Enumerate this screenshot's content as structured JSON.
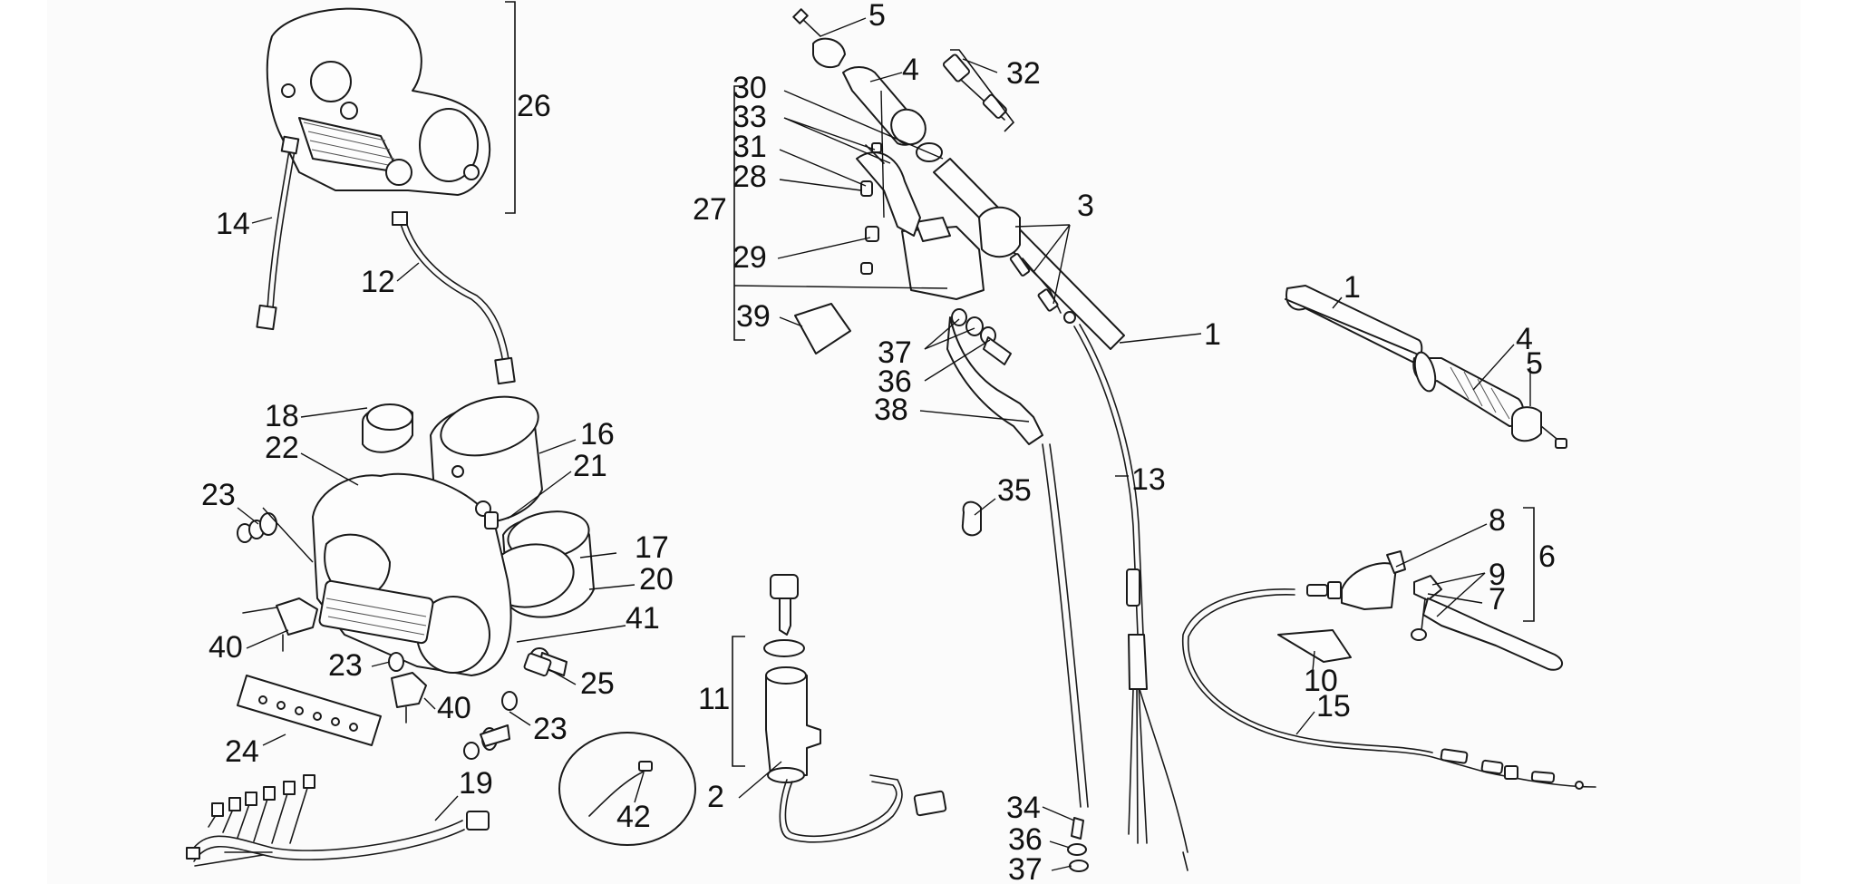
{
  "diagram": {
    "labels": {
      "p1a": "1",
      "p1b": "1",
      "p2": "2",
      "p3": "3",
      "p4a": "4",
      "p4b": "4",
      "p5a": "5",
      "p5b": "5",
      "p6": "6",
      "p7": "7",
      "p8": "8",
      "p9": "9",
      "p10": "10",
      "p11": "11",
      "p12": "12",
      "p13": "13",
      "p14": "14",
      "p15": "15",
      "p16": "16",
      "p17": "17",
      "p18": "18",
      "p19": "19",
      "p20": "20",
      "p21": "21",
      "p22": "22",
      "p23a": "23",
      "p23b": "23",
      "p23c": "23",
      "p24": "24",
      "p25": "25",
      "p26": "26",
      "p27": "27",
      "p28": "28",
      "p29": "29",
      "p30": "30",
      "p31": "31",
      "p32": "32",
      "p33": "33",
      "p34": "34",
      "p35": "35",
      "p36a": "36",
      "p36b": "36",
      "p37a": "37",
      "p37b": "37",
      "p38": "38",
      "p39": "39",
      "p40a": "40",
      "p40b": "40",
      "p41": "41",
      "p42": "42"
    }
  }
}
